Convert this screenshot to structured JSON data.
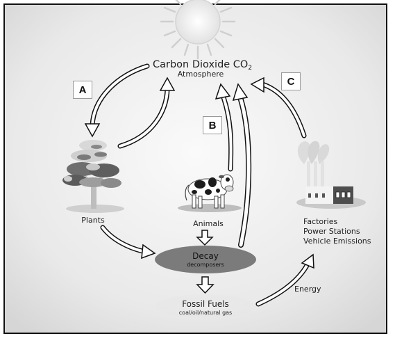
{
  "title": {
    "main": "Carbon Dioxide CO",
    "subscript": "2",
    "subtitle": "Atmosphere"
  },
  "labels": {
    "a": "A",
    "b": "B",
    "c": "C"
  },
  "nodes": {
    "plants": "Plants",
    "animals": "Animals",
    "decay": "Decay",
    "decomposers": "decomposers",
    "fossil_fuels": "Fossil Fuels",
    "fossil_detail": "coal/oil/natural gas",
    "factories": [
      "Factories",
      "Power Stations",
      "Vehicle Emissions"
    ],
    "energy": "Energy"
  }
}
